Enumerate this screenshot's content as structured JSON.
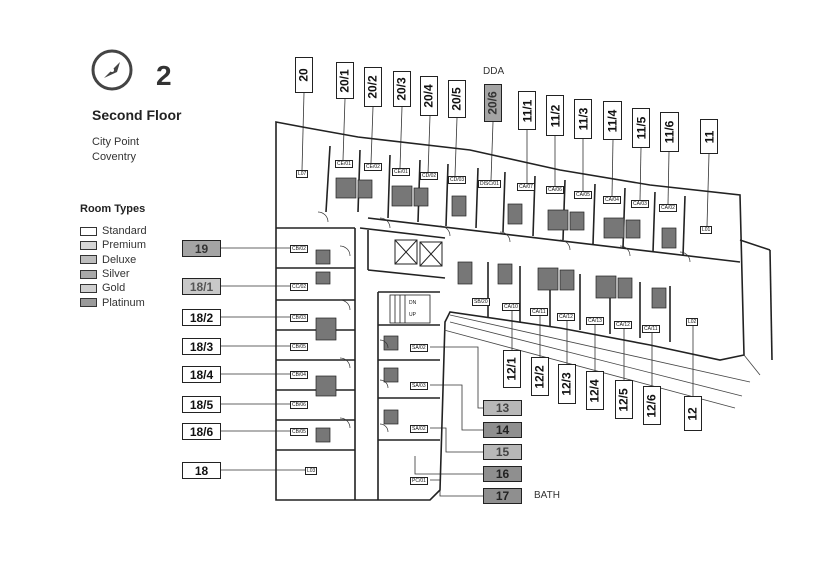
{
  "header": {
    "floor_number": "2",
    "floor_name": "Second Floor",
    "address_line1": "City Point",
    "address_line2": "Coventry"
  },
  "legend": {
    "title": "Room Types",
    "items": [
      {
        "label": "Standard",
        "color": "#ffffff"
      },
      {
        "label": "Premium",
        "color": "#d6d6d6"
      },
      {
        "label": "Deluxe",
        "color": "#bdbdbd"
      },
      {
        "label": "Silver",
        "color": "#a8a8a8"
      },
      {
        "label": "Gold",
        "color": "#cfcfcf"
      },
      {
        "label": "Platinum",
        "color": "#9a9a9a"
      }
    ]
  },
  "annotations": {
    "dda": "DDA",
    "bath": "BATH"
  },
  "rooms": {
    "top": [
      "20",
      "20/1",
      "20/2",
      "20/3",
      "20/4",
      "20/5",
      "20/6",
      "11/1",
      "11/2",
      "11/3",
      "11/4",
      "11/5",
      "11/6",
      "11"
    ],
    "left": [
      "19",
      "18/1",
      "18/2",
      "18/3",
      "18/4",
      "18/5",
      "18/6",
      "18"
    ],
    "bottom": [
      "12/1",
      "12/2",
      "12/3",
      "12/4",
      "12/5",
      "12/6",
      "12"
    ],
    "stack": [
      "13",
      "14",
      "15",
      "16",
      "17"
    ]
  },
  "unit_labels": {
    "top_row": [
      "CE/01",
      "CE/02",
      "CE/01",
      "CD/02",
      "CD/03",
      "DISC/01",
      "CA/07",
      "CA/06",
      "CA/05",
      "CA/04",
      "CA/03",
      "CA/02",
      "L01"
    ],
    "l07": "L07",
    "left_col": [
      "CB/02",
      "CC/02",
      "CB/03",
      "CB/05",
      "CB/04",
      "CB/06",
      "CB/05"
    ],
    "l03": "L03",
    "right_row": [
      "SB/20",
      "CA/10",
      "CA/11",
      "CA/12",
      "CA/13",
      "CA/12",
      "CA/11",
      "L02"
    ],
    "stack_col": [
      "SA/02",
      "SA/03",
      "SA/02",
      "PC/01"
    ],
    "stair_lines": [
      "DN",
      "UP"
    ]
  }
}
